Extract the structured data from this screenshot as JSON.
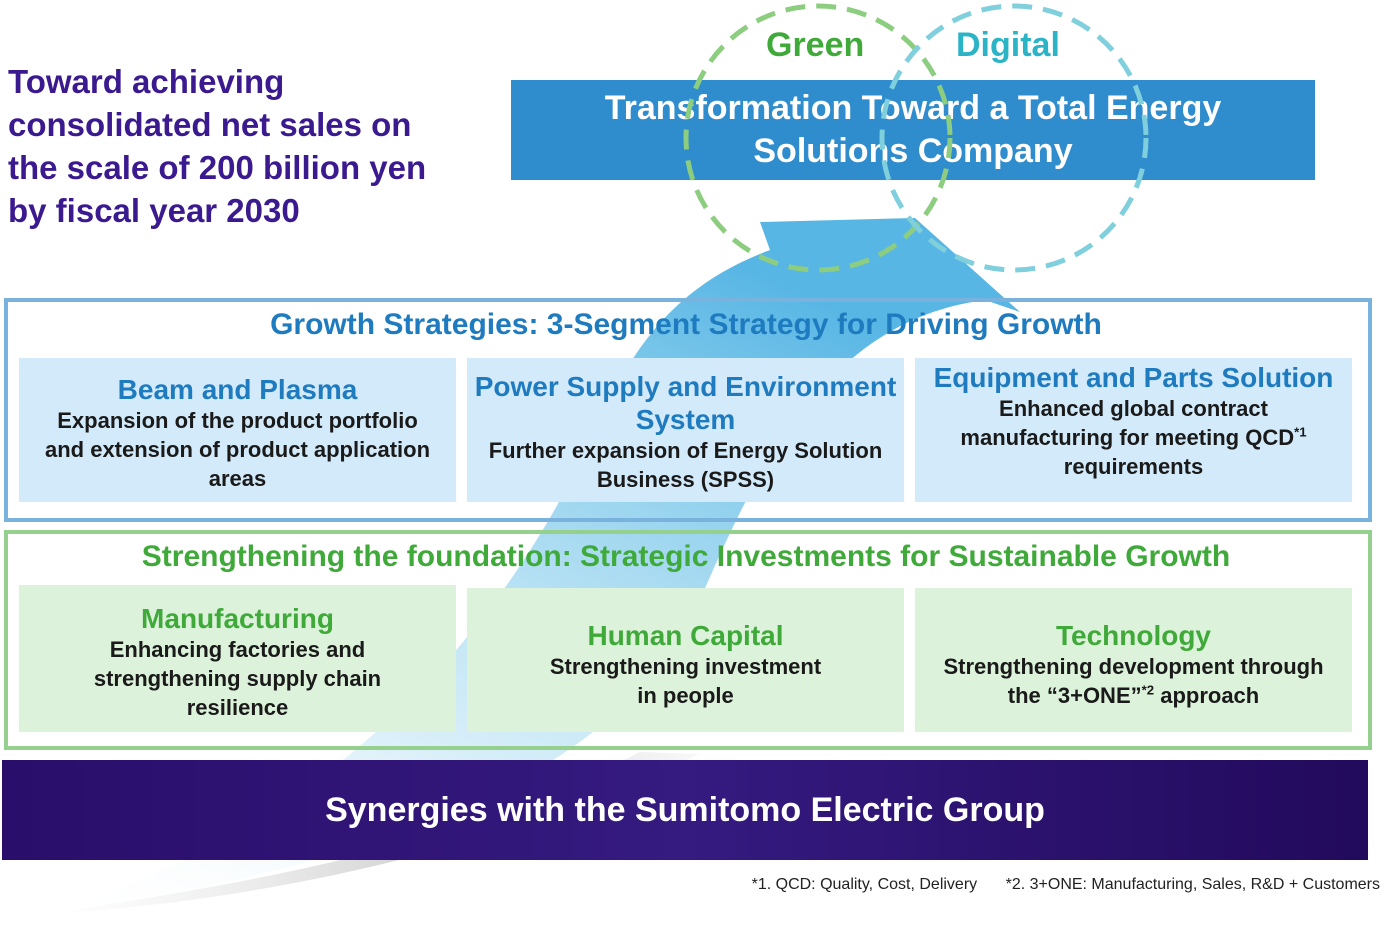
{
  "goal": {
    "line1": "Toward achieving",
    "line2": "consolidated net sales on",
    "line3": "the scale of 200 billion yen",
    "line4": "by fiscal year 2030"
  },
  "circles": {
    "green_label": "Green",
    "digital_label": "Digital",
    "green_color": "#8ccd7f",
    "digital_color": "#7fcfdc"
  },
  "banner": {
    "line1": "Transformation Toward a Total Energy",
    "line2": "Solutions Company",
    "color": "#2f8ccd"
  },
  "growth": {
    "title": "Growth Strategies: 3-Segment Strategy for Driving Growth",
    "segments": [
      {
        "head": "Beam and Plasma",
        "body_lines": [
          "Expansion of the product portfolio",
          "and extension of product application",
          "areas"
        ]
      },
      {
        "head_lines": [
          "Power Supply and Environment",
          "System"
        ],
        "body_lines": [
          "Further expansion of Energy Solution",
          "Business (SPSS)"
        ]
      },
      {
        "head": "Equipment and Parts Solution",
        "body_lines": [
          "Enhanced global contract",
          "manufacturing for meeting QCD",
          "requirements"
        ],
        "footnote_mark": "*1"
      }
    ]
  },
  "foundation": {
    "title": "Strengthening the foundation: Strategic Investments for Sustainable Growth",
    "items": [
      {
        "head": "Manufacturing",
        "body_lines": [
          "Enhancing factories and",
          "strengthening supply chain",
          "resilience"
        ]
      },
      {
        "head": "Human Capital",
        "body_lines": [
          "Strengthening investment",
          "in people"
        ]
      },
      {
        "head": "Technology",
        "body_line1": "Strengthening development through",
        "body_line2_pre": "the “3+ONE”",
        "footnote_mark": "*2",
        "body_line2_post": " approach"
      }
    ]
  },
  "synergy": {
    "text": "Synergies with the Sumitomo Electric Group",
    "color": "#2a0e6b"
  },
  "footnotes": {
    "note1": "*1. QCD: Quality, Cost, Delivery",
    "note2": "*2. 3+ONE: Manufacturing, Sales, R&D + Customers"
  }
}
